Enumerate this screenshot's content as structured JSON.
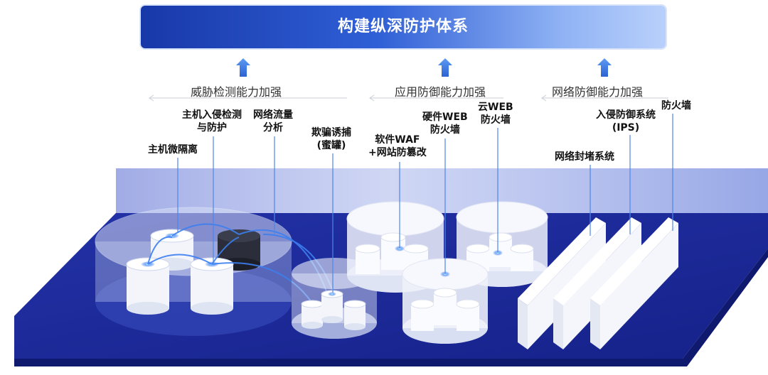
{
  "title": "构建纵深防护体系",
  "layers": [
    {
      "caption": "威胁检测能力加强"
    },
    {
      "caption": "应用防御能力加强"
    },
    {
      "caption": "网络防御能力加强"
    }
  ],
  "components": {
    "host_isolation": "主机微隔离",
    "host_ids_line1": "主机入侵检测",
    "host_ids_line2": "与防护",
    "traffic_line1": "网络流量",
    "traffic_line2": "分析",
    "honeypot_line1": "欺骗诱捕",
    "honeypot_line2": "(蜜罐)",
    "waf_line1": "软件WAF",
    "waf_line2": "+网站防篡改",
    "hw_waf_line1": "硬件WEB",
    "hw_waf_line2": "防火墙",
    "cloud_waf_line1": "云WEB",
    "cloud_waf_line2": "防火墙",
    "ips_line1": "入侵防御系统",
    "ips_line2": "(IPS)",
    "firewall": "防火墙",
    "blocking": "网络封堵系统"
  },
  "colors": {
    "platform": "#1f2fa0",
    "wall": "#7f93df",
    "accent": "#3a7be0",
    "banner_start": "#1838a8",
    "banner_end": "#b9d0fb"
  }
}
